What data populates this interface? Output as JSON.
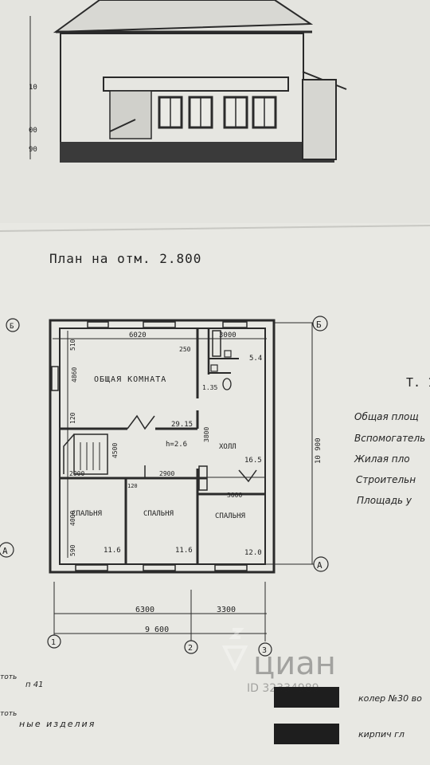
{
  "plan_title": "План на отм. 2.800",
  "rooms": [
    {
      "key": "living",
      "name": "Общая комната",
      "area": "29.15"
    },
    {
      "key": "hall",
      "name": "Холл",
      "area": "16.5"
    },
    {
      "key": "bed1",
      "name": "Спальня",
      "area": "11.6"
    },
    {
      "key": "bed2",
      "name": "Спальня",
      "area": "11.6"
    },
    {
      "key": "bed3",
      "name": "Спальня",
      "area": "12.0"
    },
    {
      "key": "bath",
      "name": "",
      "area": "5.4"
    },
    {
      "key": "wc",
      "name": "",
      "area": "1.35"
    }
  ],
  "dims": {
    "top_left": "6020",
    "top_right": "3000",
    "mid_left": "2900",
    "mid_mid": "2900",
    "mid_right": "3000",
    "left_upper": "4860",
    "left_lower": "4000",
    "left_510": "510",
    "left_120": "120",
    "left_590": "590",
    "inner_250": "250",
    "inner_3800": "3800",
    "inner_4500": "4500",
    "inner_120": "120",
    "right_total": "10 900",
    "bottom_left": "6300",
    "bottom_right": "3300",
    "bottom_total": "9 600",
    "height_mark": "h=2.6"
  },
  "axes": {
    "a": "A",
    "b": "Б",
    "one": "1",
    "two": "2",
    "three": "3"
  },
  "side_notes": [
    "Общая площ",
    "Вспомогатель",
    "Жилая пло",
    "Строительн",
    "Площадь у"
  ],
  "table_label": "Т. 1",
  "elev_marks": [
    "10",
    "00",
    "90"
  ],
  "bottom_notes": {
    "n1": "тоть",
    "n2": "п 41",
    "n3": "тоть",
    "n4": "ные изделия",
    "legend1": "колер №30 во",
    "legend2": "кирпич гл"
  },
  "watermark": {
    "brand": "циан",
    "id": "ID 32334989"
  },
  "colors": {
    "paper": "#e6e6e1",
    "ink": "#2a2a2a",
    "legend_fill": "#1e1e1e"
  }
}
